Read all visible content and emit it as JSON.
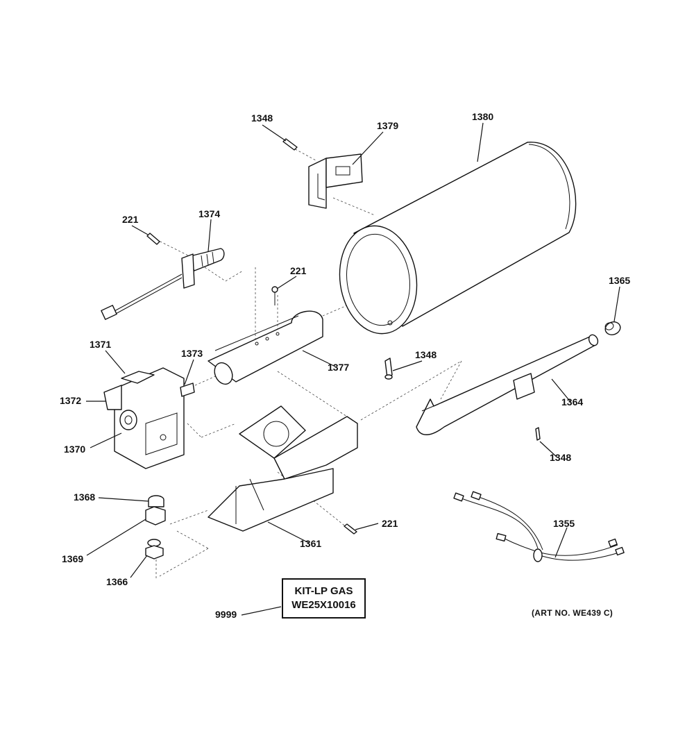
{
  "labels": {
    "l1348a": "1348",
    "l1379": "1379",
    "l1380": "1380",
    "l221a": "221",
    "l1374": "1374",
    "l221b": "221",
    "l1365": "1365",
    "l1371": "1371",
    "l1373": "1373",
    "l1377": "1377",
    "l1348b": "1348",
    "l1372": "1372",
    "l1364": "1364",
    "l1370": "1370",
    "l1348c": "1348",
    "l1368": "1368",
    "l1355": "1355",
    "l221c": "221",
    "l1369": "1369",
    "l1361": "1361",
    "l1366": "1366",
    "l9999": "9999"
  },
  "kit": {
    "line1": "KIT-LP GAS",
    "line2": "WE25X10016"
  },
  "art_no": "(ART NO. WE439 C)"
}
